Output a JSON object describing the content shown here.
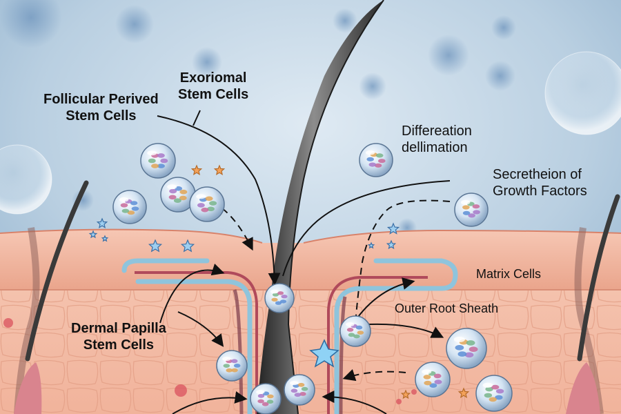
{
  "labels": {
    "exoriomal": {
      "line1": "Exoriomal",
      "line2": "Stem Cells"
    },
    "follicular": {
      "line1": "Follicular Perived",
      "line2": "Stem Cells"
    },
    "differeation": {
      "line1": "Differeation",
      "line2": "dellimation"
    },
    "secretion": {
      "line1": "Secretheion of",
      "line2": "Growth Factors"
    },
    "matrix": "Matrix Cells",
    "outer_root": "Outer Root Sheath",
    "dermal": {
      "line1": "Dermal Papilla",
      "line2": "Stem Cells"
    }
  },
  "colors": {
    "background": "#a9c3d8",
    "skin": "#f2b8a2",
    "hair": "#3a3a3a",
    "sheath": "#8fc4dc",
    "cell": "#cfe2f2",
    "star_blue": "#9ecff0",
    "star_orange": "#f4a25a"
  }
}
